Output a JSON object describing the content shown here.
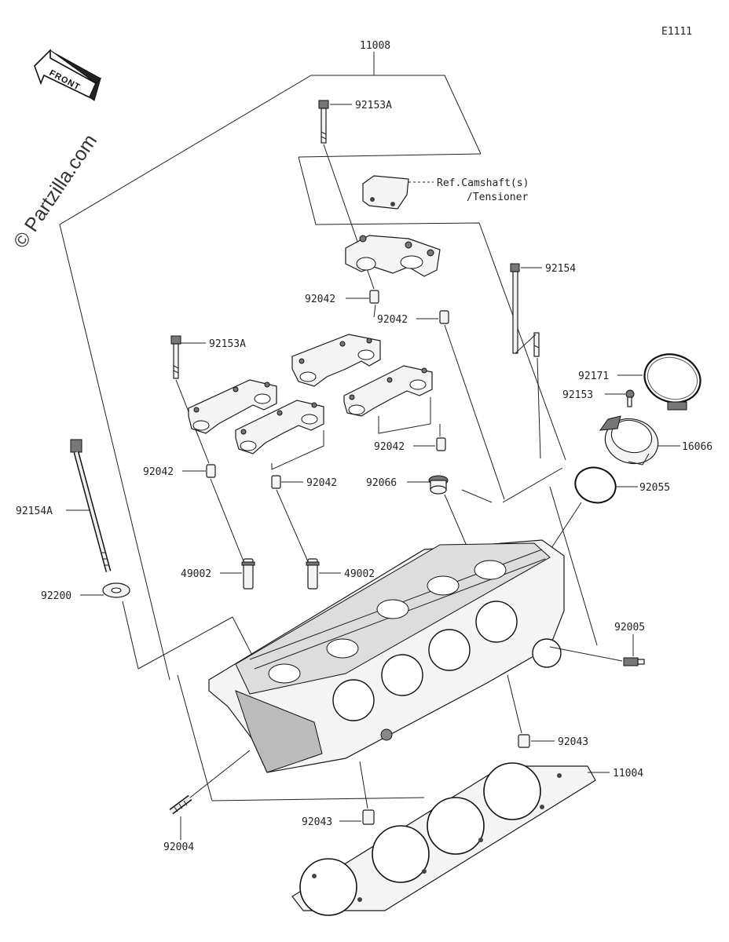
{
  "drawing_code": "E1111",
  "front_label": "FRONT",
  "watermark": "© Partzilla.com",
  "reference_note": {
    "line1": "Ref.Camshaft(s)",
    "line2": "/Tensioner"
  },
  "part_numbers": {
    "assembly": "11008",
    "bolt_top": "92153A",
    "bolt_left": "92153A",
    "bolt_right": "92154",
    "stud_long": "92154A",
    "dowel_cap_top": "92042",
    "dowel_cap_mid": "92042",
    "dowel_cap_left": "92042",
    "dowel_cap_center": "92042",
    "dowel_cap_right": "92042",
    "clamp": "92171",
    "clamp_screw": "92153",
    "holder": "16066",
    "oring": "92055",
    "plug": "92066",
    "valve_guide_left": "49002",
    "valve_guide_right": "49002",
    "washer": "92200",
    "fitting": "92005",
    "dowel_head_right": "92043",
    "dowel_head_bottom": "92043",
    "gasket": "11004",
    "stud_short": "92004"
  }
}
